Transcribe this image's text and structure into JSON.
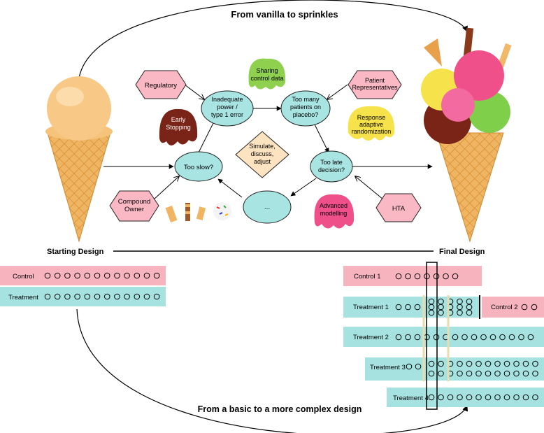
{
  "title_top": "From vanilla to sprinkles",
  "title_bottom": "From a basic to a more complex design",
  "start_label": "Starting Design",
  "final_label": "Final Design",
  "stakeholders": {
    "regulatory": "Regulatory",
    "patient_reps": "Patient Representatives",
    "compound_owner": "Compound Owner",
    "hta": "HTA"
  },
  "issues": {
    "power": "Inadequate power / type 1 error",
    "placebo": "Too many patients on placebo?",
    "slow": "Too slow?",
    "late": "Too late decision?",
    "more": "..."
  },
  "center": "Simulate, discuss, adjust",
  "toppings": {
    "sharing": "Sharing control data",
    "early": "Early Stopping",
    "rar": "Response adaptive randomization",
    "advanced": "Advanced modelling"
  },
  "starting_arms": [
    {
      "label": "Control",
      "color": "#f7b4bf",
      "circles": 12
    },
    {
      "label": "Treatment",
      "color": "#a6e3e0",
      "circles": 12
    }
  ],
  "final_arms": [
    {
      "label": "Control 1",
      "color": "#f7b4bf"
    },
    {
      "label": "Treatment 1",
      "color": "#a6e3e0"
    },
    {
      "label": "Control 2",
      "color": "#f7b4bf"
    },
    {
      "label": "Treatment 2",
      "color": "#a6e3e0"
    },
    {
      "label": "Treatment 3",
      "color": "#a6e3e0"
    },
    {
      "label": "Treatment 4",
      "color": "#a6e3e0"
    }
  ],
  "colors": {
    "node_fill": "#a8e4e2",
    "stakeholder_fill": "#f9b8c4",
    "center_fill": "#fde3c0",
    "cone": "#f2b86a",
    "vanilla": "#f6c985"
  }
}
